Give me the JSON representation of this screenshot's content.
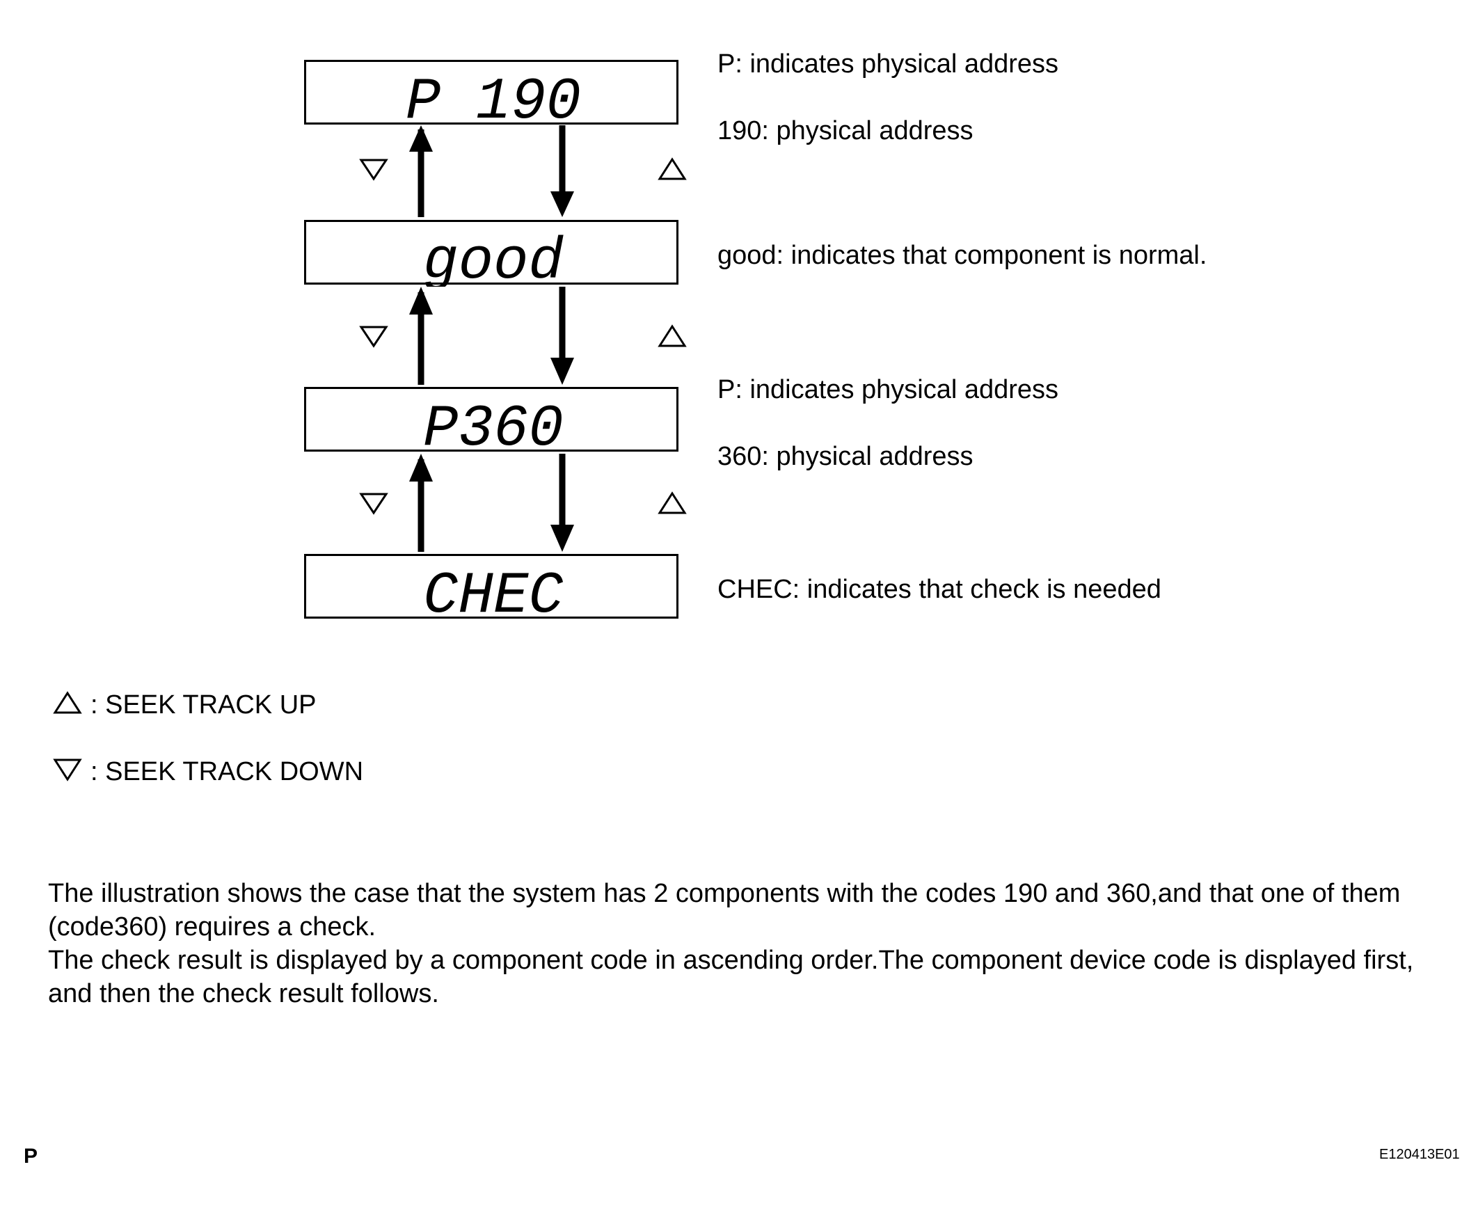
{
  "displays": [
    {
      "code": "P 190",
      "notes": [
        "P: indicates physical address",
        "190: physical address"
      ]
    },
    {
      "code": "good",
      "notes": [
        "good: indicates that component is normal."
      ]
    },
    {
      "code": "P360",
      "notes": [
        "P: indicates physical address",
        "360: physical address"
      ]
    },
    {
      "code": "CHEC",
      "notes": [
        "CHEC: indicates that check is needed"
      ]
    }
  ],
  "legend": {
    "up": {
      "icon": "triangle-up-icon",
      "label": ": SEEK TRACK UP"
    },
    "down": {
      "icon": "triangle-down-icon",
      "label": ": SEEK TRACK DOWN"
    }
  },
  "description": {
    "paragraph1": "The illustration shows the case that the system has 2 components with the codes 190 and 360,and that one of them (code360) requires a check.",
    "paragraph2": "The check result is displayed by a component code in ascending order.The component device code is displayed first, and then the check result follows."
  },
  "footer": {
    "left": "P",
    "right": "E120413E01"
  }
}
